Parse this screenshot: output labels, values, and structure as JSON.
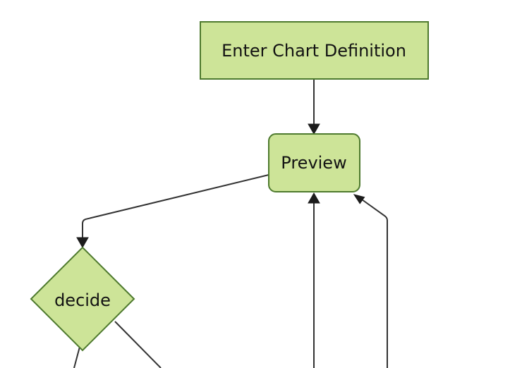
{
  "colors": {
    "background": "#ffffff",
    "node_fill": "#cde498",
    "node_border": "#4e7a2e",
    "edge_line": "#333333",
    "arrowhead": "#1c1c1c",
    "text": "#131313"
  },
  "diagram": {
    "type": "flowchart",
    "direction": "top-down",
    "nodes": [
      {
        "id": "A",
        "shape": "rectangle",
        "label": "Enter Chart Definition"
      },
      {
        "id": "B",
        "shape": "rounded-rectangle",
        "label": "Preview"
      },
      {
        "id": "C",
        "shape": "diamond",
        "label": "decide"
      }
    ],
    "edges": [
      {
        "from": "A",
        "to": "B",
        "arrowhead": true
      },
      {
        "from": "B",
        "to": "C",
        "arrowhead": true
      },
      {
        "from": "C",
        "to": "offscreen-bottom-left",
        "arrowhead": false
      },
      {
        "from": "C",
        "to": "offscreen-bottom-right",
        "arrowhead": false
      },
      {
        "from": "offscreen-bottom-center",
        "to": "B",
        "arrowhead": true
      },
      {
        "from": "offscreen-bottom-right",
        "to": "B",
        "arrowhead": true
      }
    ]
  }
}
